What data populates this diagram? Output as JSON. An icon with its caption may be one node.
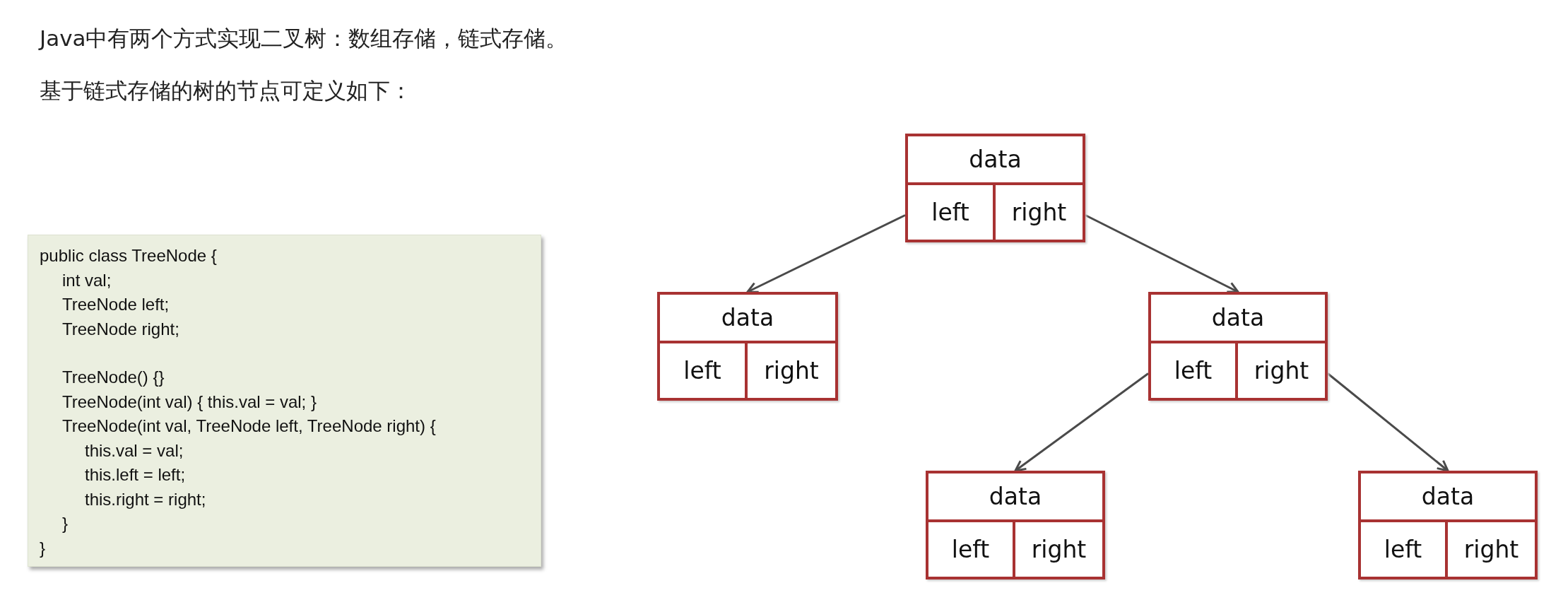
{
  "diagram": {
    "nodes": [
      {
        "text": [
          "public class TreeNode {",
          "int val;",
          "TreeNode left;",
          "TreeNode right;",
          "TreeNode() {}",
          "TreeNode(int val) { this.val = val; }",
          "TreeNode(int val, TreeNode left, TreeNode right) {",
          "this.val = val;",
          "this.left = left;",
          "this.right = right;",
          "}",
          "}"
        ]
      },
      {
        "text": [
          "data",
          "left",
          "right"
        ]
      },
      {
        "text": [
          "data",
          "left",
          "right"
        ]
      },
      {
        "text": [
          "data",
          "left",
          "right"
        ]
      },
      {
        "text": [
          "data",
          "left",
          "right"
        ]
      },
      {
        "text": [
          "data",
          "left",
          "right"
        ]
      }
    ],
    "edges": [
      {
        "from": 1,
        "to": 2,
        "arrow": "to"
      },
      {
        "from": 1,
        "to": 3,
        "arrow": "to"
      },
      {
        "from": 3,
        "to": 4,
        "arrow": "to"
      },
      {
        "from": 3,
        "to": 5,
        "arrow": "to"
      }
    ],
    "labels": [
      "Java中有两个方式实现二叉树：数组存储，链式存储。",
      "基于链式存储的树的节点可定义如下："
    ]
  }
}
